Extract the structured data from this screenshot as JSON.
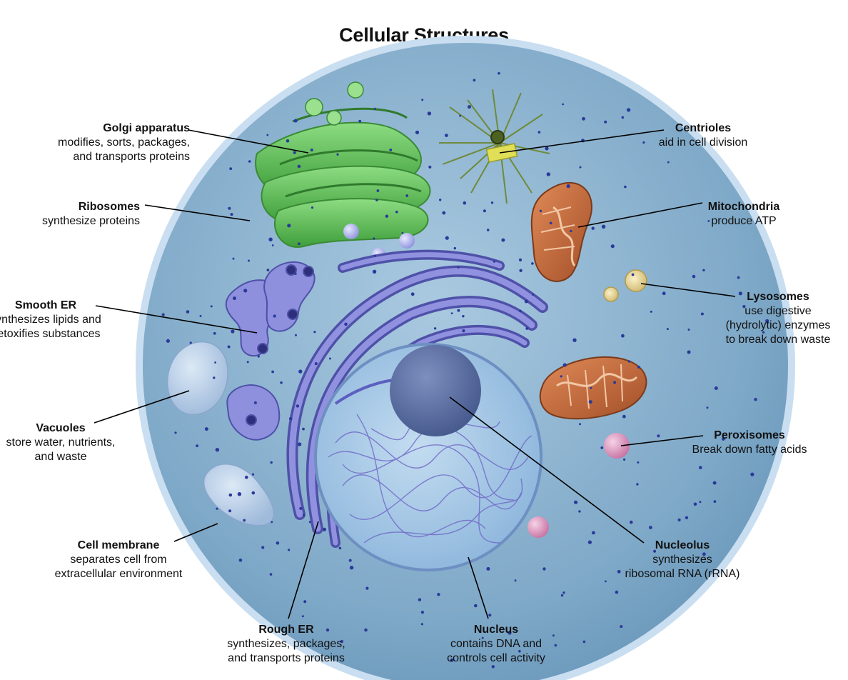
{
  "title": "Cellular Structures",
  "labels": {
    "golgi": {
      "name": "Golgi apparatus",
      "lines": [
        "modifies, sorts, packages,",
        "and transports proteins"
      ]
    },
    "ribosomes": {
      "name": "Ribosomes",
      "lines": [
        "synthesize proteins"
      ]
    },
    "smooth_er": {
      "name": "Smooth ER",
      "lines": [
        "synthesizes lipids and",
        "detoxifies substances"
      ]
    },
    "vacuoles": {
      "name": "Vacuoles",
      "lines": [
        "store water, nutrients,",
        "and waste"
      ]
    },
    "cell_membrane": {
      "name": "Cell membrane",
      "lines": [
        "separates cell from",
        "extracellular environment"
      ]
    },
    "rough_er": {
      "name": "Rough ER",
      "lines": [
        "synthesizes, packages,",
        "and transports proteins"
      ]
    },
    "nucleus": {
      "name": "Nucleus",
      "lines": [
        "contains DNA and",
        "controls cell activity"
      ]
    },
    "nucleolus": {
      "name": "Nucleolus",
      "lines": [
        "synthesizes",
        "ribosomal RNA (rRNA)"
      ]
    },
    "peroxisomes": {
      "name": "Peroxisomes",
      "lines": [
        "Break down fatty acids"
      ]
    },
    "lysosomes": {
      "name": "Lysosomes",
      "lines": [
        "use digestive",
        "(hydrolytic) enzymes",
        "to break down waste"
      ]
    },
    "mitochondria": {
      "name": "Mitochondria",
      "lines": [
        "produce ATP"
      ]
    },
    "centrioles": {
      "name": "Centrioles",
      "lines": [
        "aid in cell division"
      ]
    }
  },
  "colors": {
    "cytoplasm": "#8fb6d2",
    "cell_membrane": "#c9def0",
    "golgi": "#5fc05a",
    "er": "#6c6fc8",
    "nucleus": "#a9cbe6",
    "nucleolus": "#5a6ea0",
    "mitochondria": "#c9683a",
    "lysosome": "#ead79a",
    "peroxisome": "#e7a2c6",
    "vacuole": "#bcd2ea",
    "centriole": "#6f8a3a",
    "leader_line": "#000000"
  }
}
